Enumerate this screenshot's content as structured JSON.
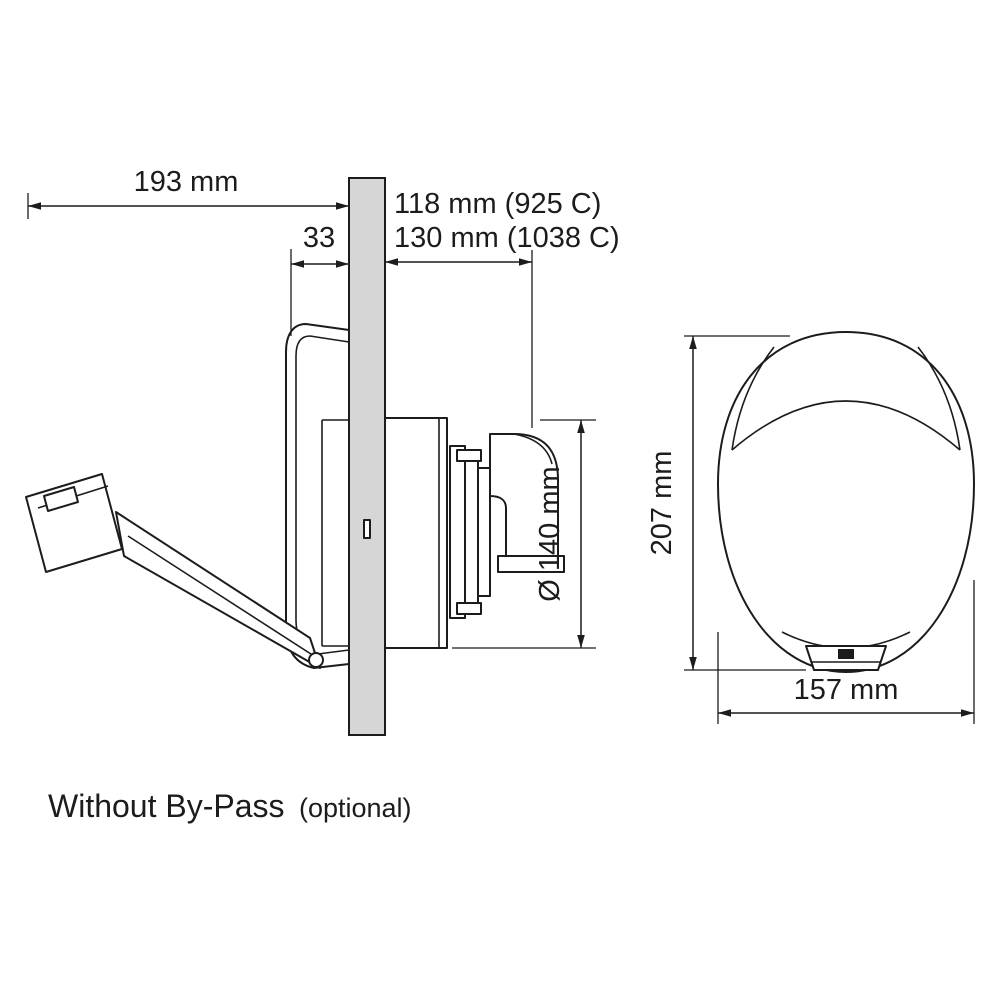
{
  "figure": {
    "caption": {
      "title": "Without By-Pass",
      "note": "(optional)"
    },
    "side_view": {
      "dim_overall_width": "193 mm",
      "dim_panel_offset": "33",
      "dim_depth_925": "118 mm (925 C)",
      "dim_depth_1038": "130 mm (1038 C)",
      "dim_diameter": "Ø 140 mm"
    },
    "front_view": {
      "dim_height": "207 mm",
      "dim_width": "157 mm"
    },
    "icons": {
      "brand_logo": "plastimo-sail-logo"
    },
    "colors": {
      "line": "#1c1c1c",
      "panel_fill": "#d6d6d6",
      "background": "#ffffff"
    }
  }
}
